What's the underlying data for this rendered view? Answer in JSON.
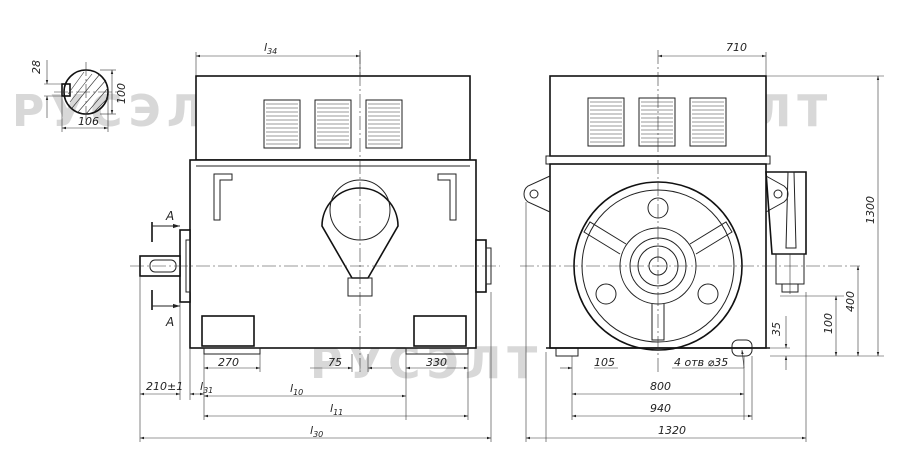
{
  "watermark": "РУСЭЛТ",
  "shaft_section": {
    "key_height": "28",
    "diameter": "100",
    "width": "106"
  },
  "side_view": {
    "l34": "l",
    "l34_sub": "34",
    "section_mark": "A",
    "dim_270": "270",
    "dim_75": "75",
    "dim_330": "330",
    "dim_210": "210±1",
    "l31": "l",
    "l31_sub": "31",
    "l10": "l",
    "l10_sub": "10",
    "l11": "l",
    "l11_sub": "11",
    "l30": "l",
    "l30_sub": "30"
  },
  "end_view": {
    "dim_710": "710",
    "dim_1300": "1300",
    "dim_400": "400",
    "dim_100": "100",
    "dim_35": "35",
    "dim_105": "105",
    "holes_note": "4 отв ⌀35",
    "dim_800": "800",
    "dim_940": "940",
    "dim_1320": "1320"
  }
}
